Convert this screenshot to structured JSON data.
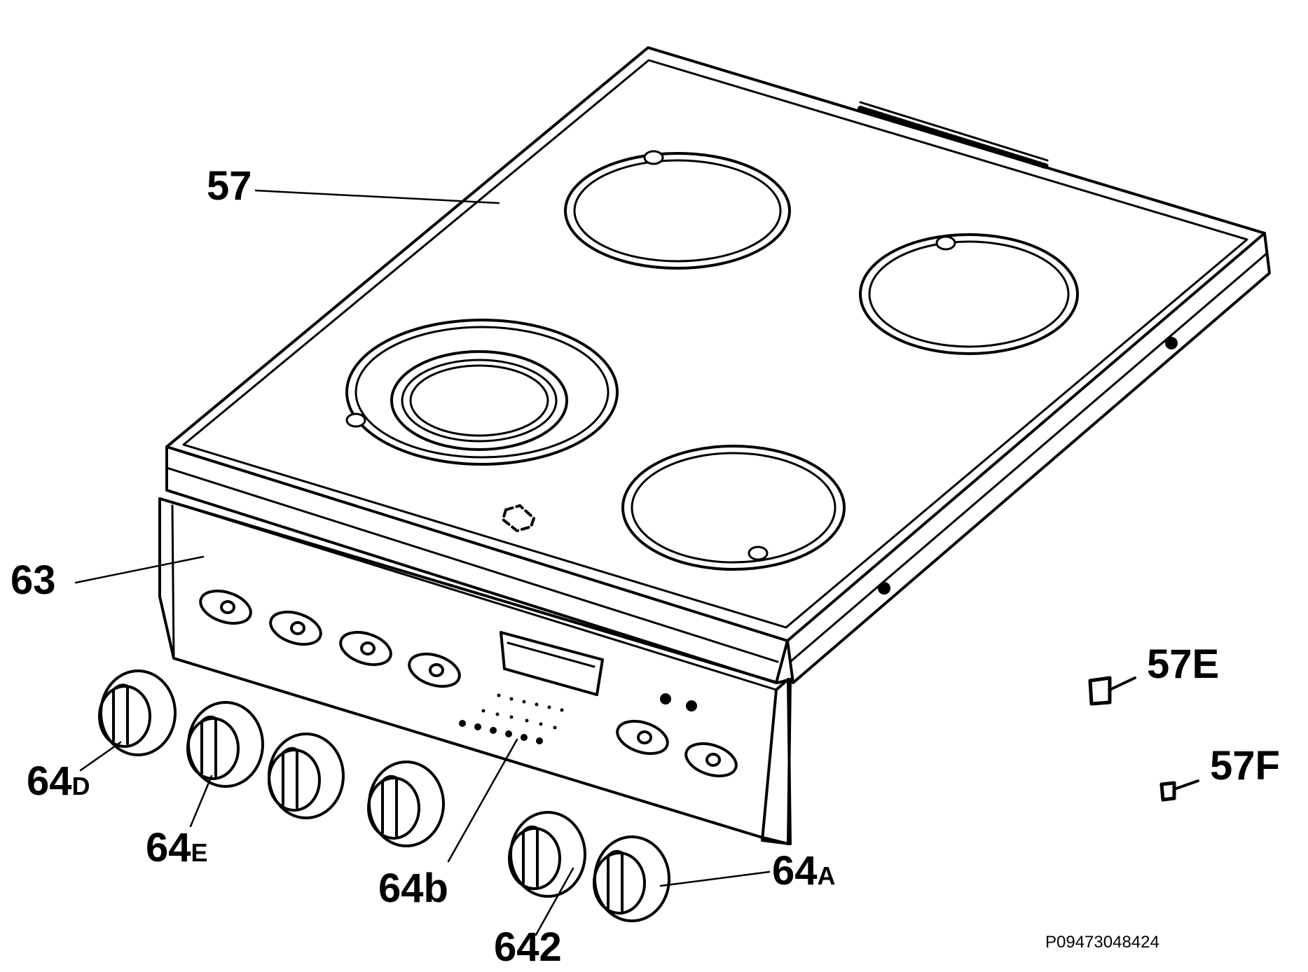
{
  "diagram": {
    "labels": {
      "l57": "57",
      "l63": "63",
      "l64d_main": "64",
      "l64d_sub": "D",
      "l64e_main": "64",
      "l64e_sub": "E",
      "l64b": "64b",
      "l642": "642",
      "l64a_main": "64",
      "l64a_sub": "A",
      "l57e": "57E",
      "l57f": "57F"
    },
    "reference_code": "P09473048424"
  },
  "colors": {
    "ink": "#000000",
    "paper": "#ffffff"
  }
}
